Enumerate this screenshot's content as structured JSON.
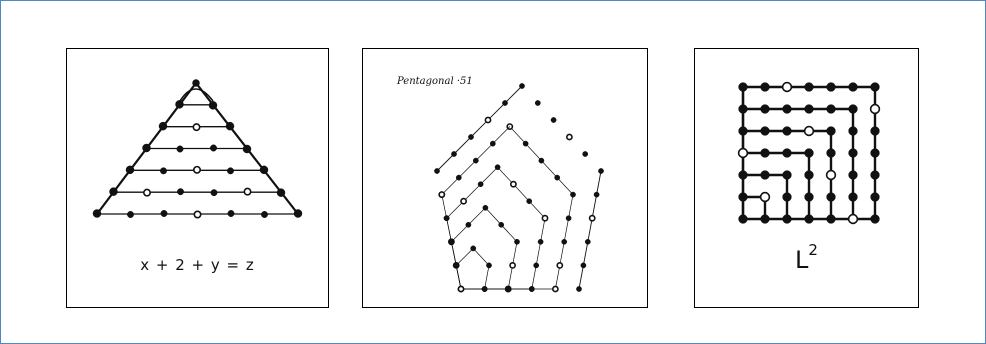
{
  "panels": [
    {
      "name": "triangle",
      "caption": "x + 2 + y =  z"
    },
    {
      "name": "pentagonal",
      "caption": "Pentagonal ·51"
    },
    {
      "name": "square",
      "base": "L",
      "exponent": "2"
    }
  ],
  "colors": {
    "frame": "#4f86c6",
    "ink": "#111111"
  }
}
